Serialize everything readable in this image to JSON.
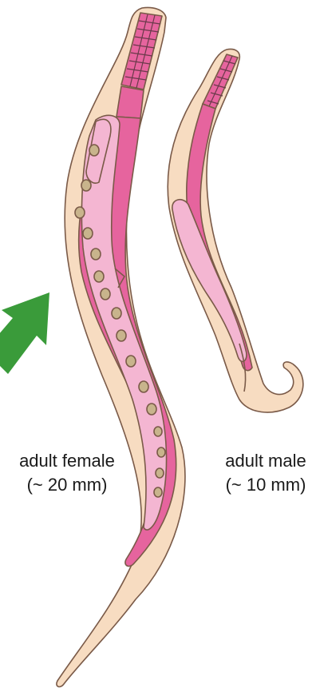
{
  "colors": {
    "body_fill": "#f7dcc1",
    "body_outline": "#7a5a48",
    "gut": "#e6649e",
    "gut_light": "#f4b6d2",
    "egg": "#c8b48c",
    "arrow": "#3a9b3a"
  },
  "labels": {
    "female_name": "adult female",
    "female_size": "(~ 20 mm)",
    "male_name": "adult male",
    "male_size": "(~ 10 mm)"
  }
}
